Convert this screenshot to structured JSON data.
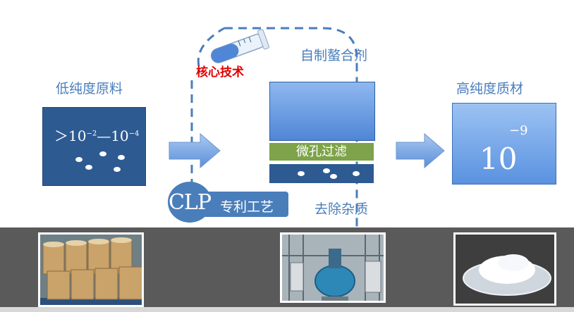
{
  "labels": {
    "raw_material": "低纯度原料",
    "high_purity": "高纯度质材",
    "chelating_agent": "自制螯合剂",
    "core_tech": "核心技术",
    "micro_filter": "微孔过滤",
    "remove_impurity": "去除杂质",
    "clp_logo": "CLP",
    "patent_process": "专利工艺"
  },
  "raw_box": {
    "prefix": "＞",
    "base_left": "10",
    "exp_left": "−2",
    "dash": "—",
    "base_right": "10",
    "exp_right": "−4"
  },
  "high_box": {
    "base": "10",
    "exponent": "−9"
  },
  "photos": {
    "left": "drums-on-pallet",
    "middle": "reactor-equipment",
    "right": "white-powder-dish"
  },
  "colors": {
    "label_blue": "#4a7ebb",
    "dark_blue": "#2e5a92",
    "filter_green": "#7ea34a",
    "core_red": "#e00000",
    "band_gray": "#5a5a5a"
  }
}
